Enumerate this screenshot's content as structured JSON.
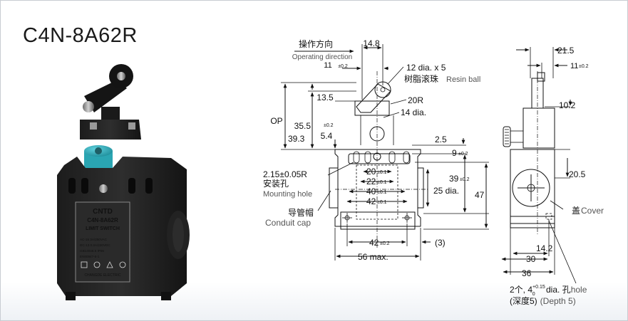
{
  "title": "C4N-8A62R",
  "product_label": {
    "brand": "CNTD",
    "model": "C4N-8A62R",
    "type": "LIMIT SWITCH",
    "spec_ac": "AC-15  3A/250VAC",
    "spec_dc": "DC-13  0.2A/220VDC",
    "standard": "GB14048.5  IP66",
    "en": "EN60947-5-1",
    "maker": "CHANGDE ELECTRIC"
  },
  "front_view": {
    "direction_cn": "操作方向",
    "direction_en": "Operating direction",
    "dims": {
      "d_14_8": "14.8",
      "d_11": "11",
      "tol_02": "±0.2",
      "ball": "12 dia. x 5",
      "ball_cn": "树脂滚珠",
      "ball_en": "Resin ball",
      "r20": "20R",
      "dia14": "14 dia.",
      "d_13_5": "13.5",
      "op": "OP",
      "d_35_5": "35.5",
      "d_39_3": "39.3",
      "d_5_4": "5.4",
      "d_2_5": "2.5",
      "d_9": "9",
      "mount_r": "2.15±0.05R",
      "mount_cn": "安装孔",
      "mount_en": "Mounting hole",
      "d_20": "20",
      "d_22": "22",
      "d_40": "40",
      "d_42": "42",
      "tol_01": "±0.1",
      "d_39": "39",
      "d_25": "25 dia.",
      "d_47": "47",
      "conduit_cn": "导管帽",
      "conduit_en": "Conduit cap",
      "bottom_42": "42",
      "d_3": "(3)",
      "d_56": "56 max."
    }
  },
  "side_view": {
    "dims": {
      "d_21_5": "21.5",
      "d_11": "11",
      "tol_02": "±0.2",
      "d_10_2": "10.2",
      "d_20_5": "20.5",
      "cover_cn": "盖",
      "cover_en": "Cover",
      "d_14_2": "14.2",
      "d_30": "30",
      "d_36": "36",
      "hole_pre": "2个, 4",
      "hole_sup": "+0.15",
      "hole_sub": "0",
      "hole_dia": " dia. 孔",
      "hole_en": "hole",
      "depth_cn": "(深度5)",
      "depth_en": "(Depth 5)"
    }
  }
}
